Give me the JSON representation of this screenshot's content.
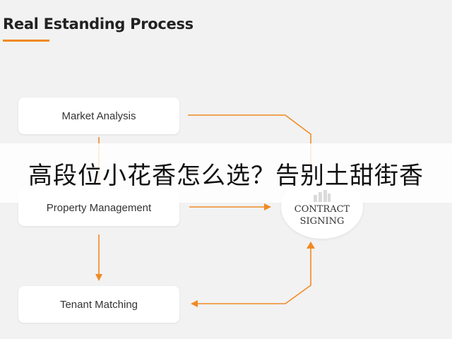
{
  "title": "Real Estanding Process",
  "nodes": {
    "market_analysis": "Market Analysis",
    "property_management": "Property Management",
    "tenant_matching": "Tenant Matching",
    "contract_signing_line1": "CONTRACT",
    "contract_signing_line2": "SIGNING"
  },
  "banner": {
    "text": "高段位小花香怎么选？告别土甜街香"
  },
  "colors": {
    "accent": "#f08a24",
    "background": "#f2f2f2",
    "node_fill": "#ffffff"
  }
}
